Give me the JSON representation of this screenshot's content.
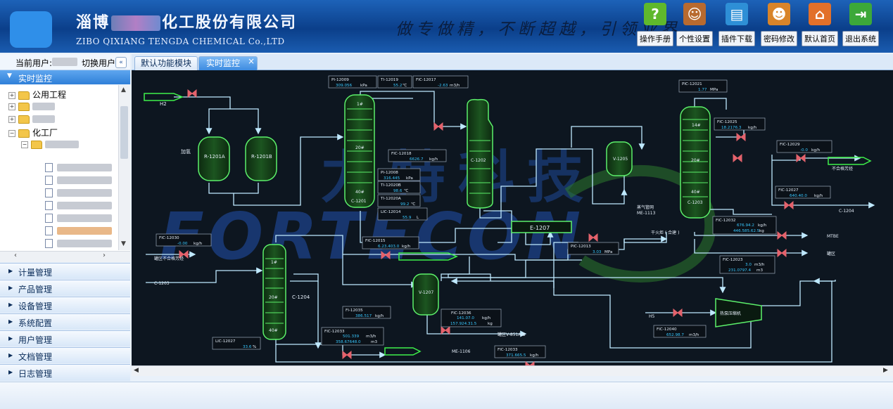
{
  "header": {
    "company_cn_a": "淄博",
    "company_cn_b": "化工股份有限公司",
    "company_en": "ZIBO QIXIANG TENGDA CHEMICAL Co.,LTD",
    "slogan": "做专做精，不断超越，引领业界",
    "buttons": [
      {
        "label": "操作手册",
        "icon": "help-icon",
        "color": "#5fb82c"
      },
      {
        "label": "个性设置",
        "icon": "chef-icon",
        "color": "#b86a2f"
      },
      {
        "label": "插件下载",
        "icon": "plugin-download-icon",
        "color": "#2e8fd6"
      },
      {
        "label": "密码修改",
        "icon": "user-password-icon",
        "color": "#d8842a"
      },
      {
        "label": "默认首页",
        "icon": "home-icon",
        "color": "#e2702a"
      },
      {
        "label": "退出系统",
        "icon": "exit-icon",
        "color": "#3ca83a"
      }
    ]
  },
  "user": {
    "current_label": "当前用户:",
    "switch_label": "切换用户"
  },
  "nav": {
    "active": "实时监控",
    "tree": {
      "public": "公用工程",
      "chem": "化工厂"
    },
    "items": [
      "计量管理",
      "产品管理",
      "设备管理",
      "系统配置",
      "用户管理",
      "文档管理",
      "日志管理"
    ]
  },
  "tabs": [
    {
      "label": "默认功能模块"
    },
    {
      "label": "实时监控",
      "close": "×"
    }
  ],
  "diagram": {
    "watermark_cn": "力特科技",
    "watermark_en": "FORTECON",
    "streams": {
      "h2": "H2",
      "feed_in": "罐区不合格芳烃",
      "c1203": "C-1203",
      "unq": "不合格芳烃",
      "c1204": "C-1204",
      "mtbe": "MTBE",
      "tank": "罐区",
      "h5": "H5",
      "me1106": "ME-1106",
      "me1113a": "蒸气管网",
      "me1113b": "ME-1113",
      "tank_v": "罐区V-851A/B",
      "dry_gas": "干火炬 ( 合建 )"
    },
    "labels": {
      "jiaq": "加氢",
      "r1201a": "R-1201A",
      "r1201b": "R-1201B",
      "c1201": "C-1201",
      "c1202": "C-1202",
      "v1205": "V-1205",
      "c1203": "C-1203",
      "e1207": "E-1207",
      "c1204": "C-1204",
      "v1207": "V-1207",
      "compressor": "热泵压缩机",
      "t1": "1#",
      "t20": "20#",
      "t40": "40#",
      "t14": "14#"
    },
    "inst": [
      {
        "tag": "PI-12009",
        "val": "309.056",
        "unit": "kPa"
      },
      {
        "tag": "TI-12019",
        "val": "55.2",
        "unit": "℃"
      },
      {
        "tag": "FIC-12017",
        "val": "-2.63",
        "unit": "m3/h"
      },
      {
        "tag": "PIC-12021",
        "val": "1.77",
        "unit": "MPa"
      },
      {
        "tag": "FIC-12025",
        "val": "18.2176.3",
        "unit": "kg/h"
      },
      {
        "tag": "FIC-12018",
        "val": "6626.7",
        "unit": "kg/h"
      },
      {
        "tag": "FIC-12029",
        "val": "-0.0",
        "unit": "kg/h"
      },
      {
        "tag": "PI-12008",
        "val": "316.445",
        "unit": "kPa"
      },
      {
        "tag": "TI-12020B",
        "val": "98.6",
        "unit": "℃"
      },
      {
        "tag": "TI-12020A",
        "val": "99.2",
        "unit": "℃"
      },
      {
        "tag": "LIC-12014",
        "val": "55.9",
        "unit": "L"
      },
      {
        "tag": "FIC-12027",
        "val": "640.40.0",
        "unit": "kg/h"
      },
      {
        "tag": "FIC-12030",
        "val": "-0.00",
        "unit": "kg/h"
      },
      {
        "tag": "FIC-12015",
        "val": "6.23.403.0",
        "unit": "kg/h"
      },
      {
        "tag": "PIC-12013",
        "val": "3.03",
        "unit": "MPa"
      },
      {
        "tag": "FIC-12032",
        "val": "676.94.2",
        "unit": "kg/h"
      },
      {
        "tag": "FIC-12023",
        "val": "3.0",
        "unit": "m3/h"
      },
      {
        "tag": "FI-12035",
        "val": "386.517",
        "unit": "kg/h"
      },
      {
        "tag": "FIC-12036",
        "val": "141.07.0",
        "unit": "kg/h"
      },
      {
        "tag": "FIC-12033",
        "val": "501.339",
        "unit": "m3/h"
      },
      {
        "tag": "LIC-12027",
        "val": "33.6",
        "unit": "%"
      },
      {
        "tag": "FIC-12033",
        "val": "371.665.5",
        "unit": "kg/h"
      },
      {
        "tag": "FIC-12040",
        "val": "652.98.7",
        "unit": "m3/h"
      }
    ],
    "sub": {
      "fic12032b": "446.585.62.5",
      "fic12023b": "231.0797.4",
      "fic12036b": "157.924.31.5",
      "fic12033b": "358.67648.0"
    },
    "sub_units": {
      "fic12032b": "kg",
      "fic12023b": "m3",
      "fic12036b": "kg",
      "fic12033b": "m3"
    }
  }
}
